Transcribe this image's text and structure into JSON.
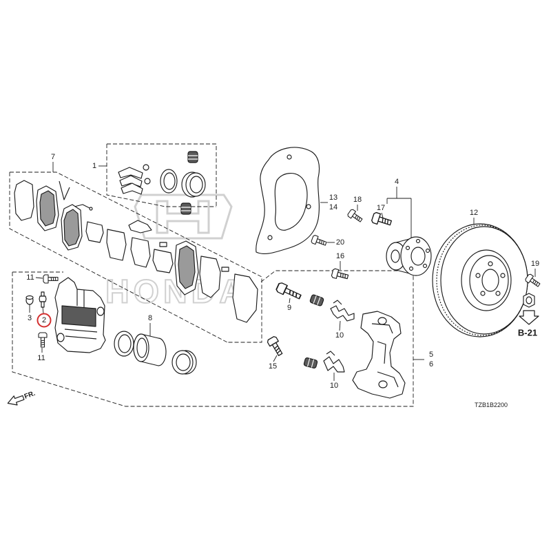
{
  "diagram": {
    "callouts": {
      "p1": "1",
      "p2": "2",
      "p3": "3",
      "p4": "4",
      "p5": "5",
      "p6": "6",
      "p7": "7",
      "p8": "8",
      "p9": "9",
      "p10_upper": "10",
      "p10_lower": "10",
      "p11_upper": "11",
      "p11_lower": "11",
      "p12": "12",
      "p13": "13",
      "p14": "14",
      "p15": "15",
      "p16": "16",
      "p17": "17",
      "p18": "18",
      "p19": "19",
      "p20": "20"
    },
    "reference_label": "B-21",
    "front_label": "FR.",
    "drawing_code": "TZB1B2200",
    "watermark_text": "HONDA"
  },
  "colors": {
    "line": "#1a1a1a",
    "highlight": "#d32f2f",
    "watermark": "#d0d0d0",
    "background": "#ffffff"
  }
}
